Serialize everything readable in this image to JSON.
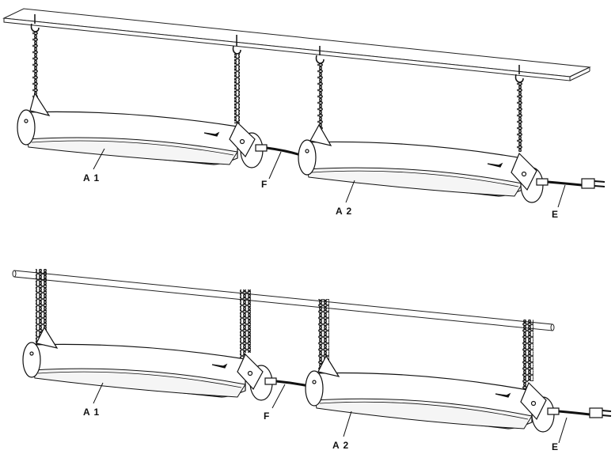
{
  "top_diagram": {
    "labels": {
      "a1": "A 1",
      "f": "F",
      "a2": "A 2",
      "e": "E"
    }
  },
  "bottom_diagram": {
    "labels": {
      "a1": "A 1",
      "f": "F",
      "a2": "A 2",
      "e": "E"
    }
  }
}
